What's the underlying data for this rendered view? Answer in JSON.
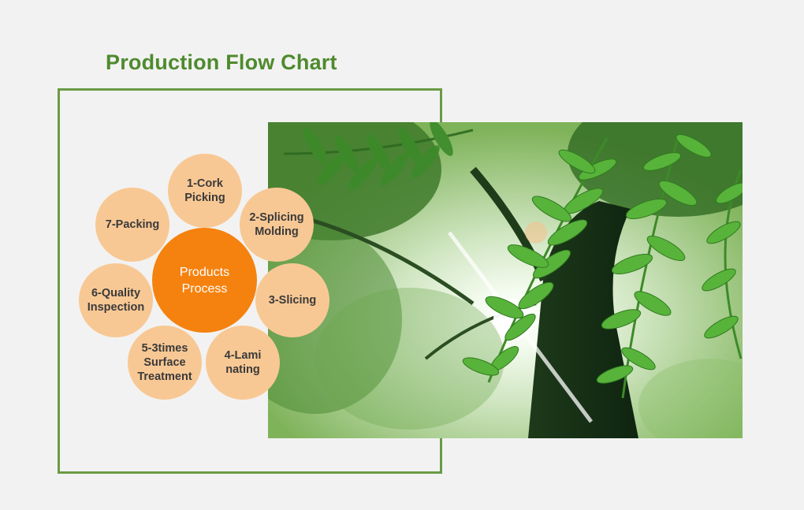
{
  "title": "Production Flow Chart",
  "center": {
    "label": "Products\nProcess",
    "color": "#f5820f"
  },
  "steps": [
    {
      "label": "1-Cork\nPicking"
    },
    {
      "label": "2-Splicing\nMolding"
    },
    {
      "label": "3-Slicing"
    },
    {
      "label": "4-Lami\nnating"
    },
    {
      "label": "5-3times\nSurface\nTreatment"
    },
    {
      "label": "6-Quality\nInspection"
    },
    {
      "label": "7-Packing"
    }
  ],
  "colors": {
    "title": "#4f8a2d",
    "frame": "#6a9b44",
    "petal": "#f8c894"
  },
  "photo": {
    "icon": "tree-canopy-sunlight-photo"
  }
}
